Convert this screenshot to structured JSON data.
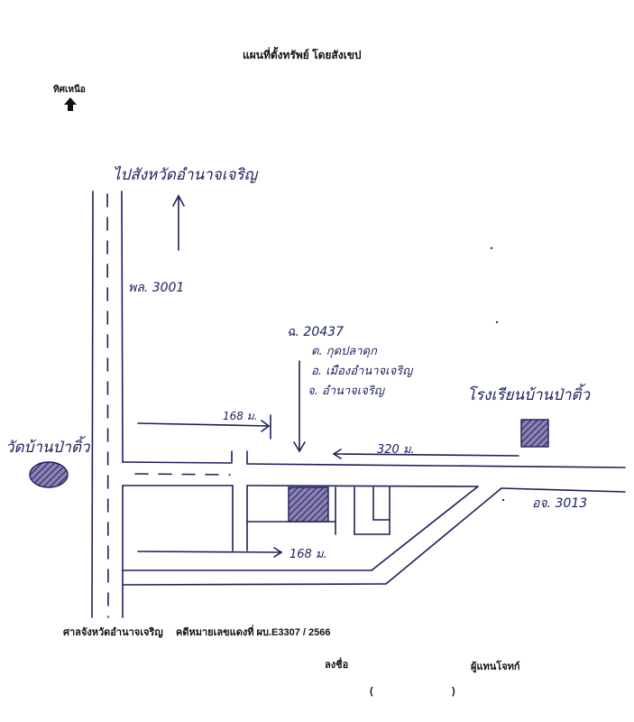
{
  "header": {
    "title": "แผนที่ตั้งทรัพย์ โดยสังเขป"
  },
  "north": {
    "label": "ทิศเหนือ",
    "icon": "north-arrow-icon"
  },
  "labels": {
    "to_province": "ไปสังหวัดอำนาจเจริญ",
    "road_3001": "พล. 3001",
    "deed_no": "ฉ. 20437",
    "tambon": "ต. กุดปลาดุก",
    "amphoe": "อ. เมืองอำนาจเจริญ",
    "changwat": "จ. อำนาจเจริญ",
    "school": "โรงเรียนบ้านป่าติ้ว",
    "temple": "วัดบ้านป่าติ้ว",
    "dist_top": "168 ม.",
    "dist_bottom": "168 ม.",
    "dist_school": "320 ม.",
    "road_3013": "อจ. 3013"
  },
  "footer": {
    "court": "ศาลจังหวัดอำนาจเจริญ",
    "case_no": "คดีหมายเลขแดงที่ ผบ.E3307 / 2566",
    "sign": "ลงชื่อ",
    "representative": "ผู้แทนโจทก์",
    "paren_open": "(",
    "paren_close": ")"
  },
  "colors": {
    "ink": "#1b1f5a",
    "fill": "#5a4f8a"
  }
}
